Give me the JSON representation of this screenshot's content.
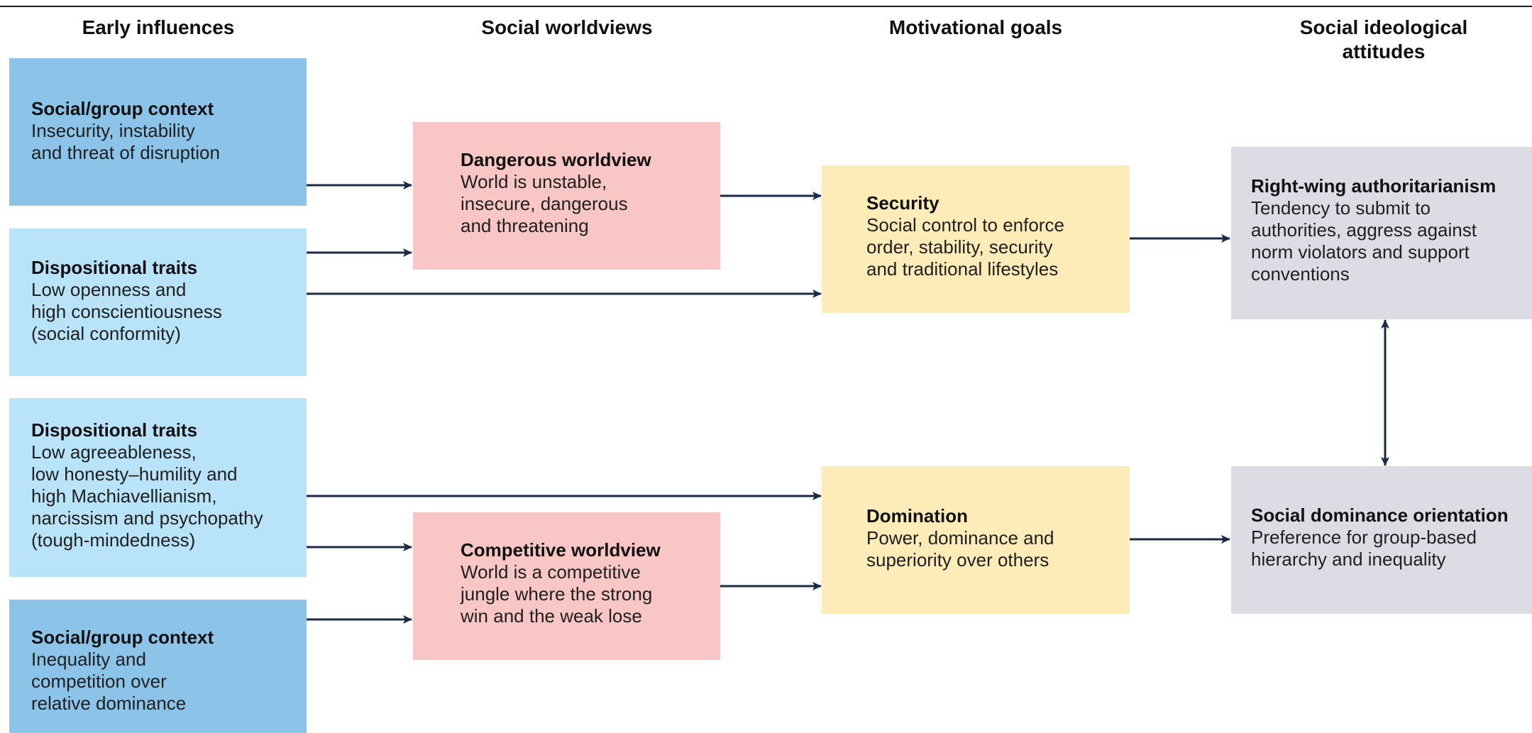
{
  "colors": {
    "context": "#8bc4e8",
    "traits": "#b8e3f8",
    "worldview": "#f8c7c5",
    "goal": "#fdecb8",
    "attitude": "#dcdde4",
    "arrow": "#1c2b45"
  },
  "headers": {
    "early": "Early influences",
    "worldviews": "Social worldviews",
    "goals": "Motivational goals",
    "attitudes": "Social ideological attitudes"
  },
  "early": {
    "context_top": {
      "title": "Social/group context",
      "body": "Insecurity, instability\nand threat of disruption"
    },
    "traits_top": {
      "title": "Dispositional traits",
      "body": "Low openness and\nhigh conscientiousness\n(social conformity)"
    },
    "traits_bottom": {
      "title": "Dispositional traits",
      "body": "Low agreeableness,\nlow honesty–humility and\nhigh Machiavellianism,\nnarcissism and psychopathy\n(tough-mindedness)"
    },
    "context_bottom": {
      "title": "Social/group context",
      "body": "Inequality and\ncompetition over\nrelative dominance"
    }
  },
  "worldviews": {
    "dangerous": {
      "title": "Dangerous worldview",
      "body": "World is unstable,\ninsecure, dangerous\nand threatening"
    },
    "competitive": {
      "title": "Competitive worldview",
      "body": "World is a competitive\njungle where the strong\nwin and the weak lose"
    }
  },
  "goals": {
    "security": {
      "title": "Security",
      "body": "Social control to enforce\norder, stability, security\nand traditional lifestyles"
    },
    "domination": {
      "title": "Domination",
      "body": "Power, dominance and\nsuperiority over others"
    }
  },
  "attitudes": {
    "rwa": {
      "title": "Right-wing authoritarianism",
      "body": "Tendency to submit to\nauthorities, aggress against\nnorm violators and support\nconventions"
    },
    "sdo": {
      "title": "Social dominance orientation",
      "body": "Preference for group-based\nhierarchy and inequality"
    }
  }
}
